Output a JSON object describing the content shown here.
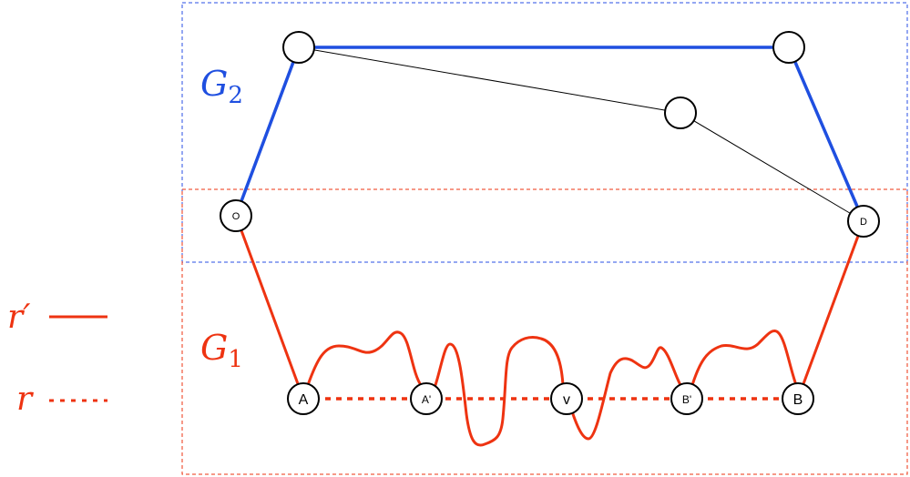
{
  "regions": {
    "g2_label": "G",
    "g2_sub": "2",
    "g1_label": "G",
    "g1_sub": "1"
  },
  "legend": {
    "solid_label": "r′",
    "dotted_label": "r"
  },
  "nodes": {
    "o": "O",
    "d": "D",
    "a": "A",
    "a_prime": "A'",
    "v": "v",
    "b_prime": "B'",
    "b": "B"
  },
  "colors": {
    "blue": "#1f4fe0",
    "red": "#ee3311",
    "black": "#000000"
  }
}
